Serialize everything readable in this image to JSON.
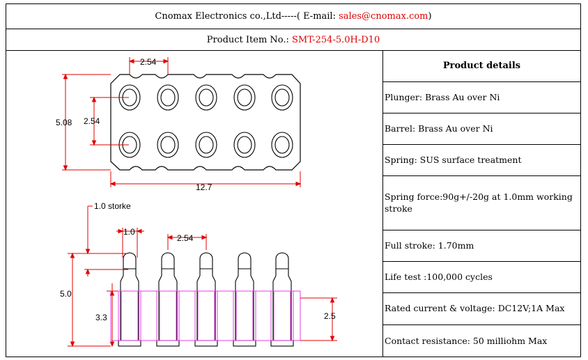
{
  "header": {
    "company": "Cnomax Electronics co.,Ltd-----( E-mail: ",
    "email": "sales@cnomax.com",
    "close": ")"
  },
  "product": {
    "label": "Product Item No.: ",
    "item_no": "SMT-254-5.0H-D10"
  },
  "drawing": {
    "top_view": {
      "pitch": "2.54",
      "height": "5.08",
      "row_pitch": "2.54",
      "width": "12.7"
    },
    "side_view": {
      "stroke_note": "1.0 storke",
      "tip_width": "1.0",
      "pitch": "2.54",
      "total_height": "5.0",
      "body_height": "3.3",
      "pin_height": "2.5"
    }
  },
  "details": {
    "title": "Product details",
    "items": [
      "Plunger: Brass Au over Ni",
      "Barrel: Brass Au over Ni",
      "Spring: SUS surface treatment",
      "Spring force:90g+/-20g at 1.0mm working stroke",
      "Full stroke: 1.70mm",
      "Life test :100,000 cycles",
      "Rated current & voltage: DC12V;1A Max",
      "Contact resistance: 50 milliohm Max"
    ]
  },
  "colors": {
    "dimension": "#e00000",
    "housing": "#e040e0",
    "line": "#000000"
  }
}
